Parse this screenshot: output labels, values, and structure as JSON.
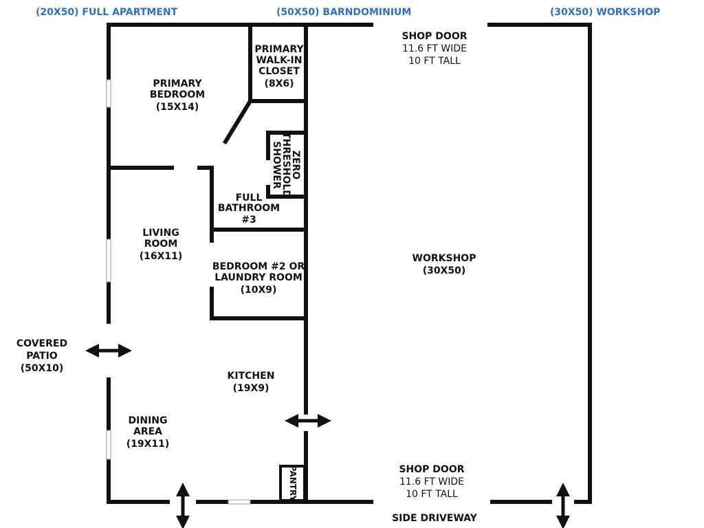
{
  "colors": {
    "header_blue": "#2f6fc1",
    "wall": "#111111"
  },
  "headers": {
    "apartment": "(20X50) FULL APARTMENT",
    "barndominium": "(50X50) BARNDOMINIUM",
    "workshop": "(30X50) WORKSHOP"
  },
  "rooms": {
    "primary_bedroom": {
      "l1": "PRIMARY",
      "l2": "BEDROOM",
      "l3": "(15X14)"
    },
    "walkin_closet": {
      "l1": "PRIMARY",
      "l2": "WALK-IN",
      "l3": "CLOSET",
      "l4": "(8X6)"
    },
    "shower": {
      "l1": "ZERO",
      "l2": "THRESHOLD",
      "l3": "SHOWER"
    },
    "bathroom": {
      "l1": "FULL",
      "l2": "BATHROOM",
      "l3": "#3"
    },
    "living_room": {
      "l1": "LIVING",
      "l2": "ROOM",
      "l3": "(16X11)"
    },
    "bedroom2": {
      "l1": "BEDROOM #2 OR",
      "l2": "LAUNDRY ROOM",
      "l3": "(10X9)"
    },
    "kitchen": {
      "l1": "KITCHEN",
      "l2": "(19X9)"
    },
    "dining": {
      "l1": "DINING",
      "l2": "AREA",
      "l3": "(19X11)"
    },
    "pantry": {
      "l1": "PANTRY"
    },
    "workshop": {
      "l1": "WORKSHOP",
      "l2": "(30X50)"
    },
    "patio": {
      "l1": "COVERED",
      "l2": "PATIO",
      "l3": "(50X10)"
    }
  },
  "doors": {
    "shop_top": {
      "l1": "SHOP DOOR",
      "l2": "11.6 FT WIDE",
      "l3": "10 FT TALL"
    },
    "shop_bottom": {
      "l1": "SHOP DOOR",
      "l2": "11.6 FT WIDE",
      "l3": "10 FT TALL"
    }
  },
  "side_driveway": "SIDE DRIVEWAY"
}
